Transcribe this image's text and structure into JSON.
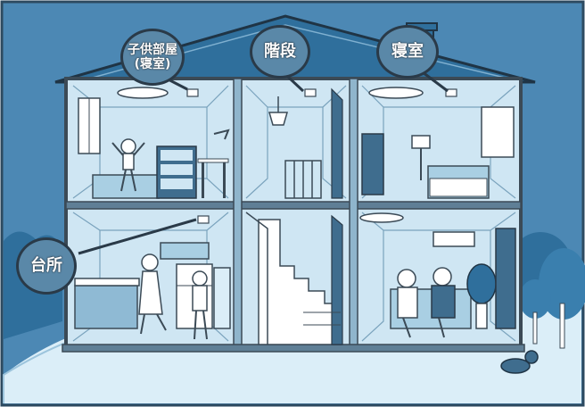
{
  "labels": {
    "kids_room_line1": "子供部屋",
    "kids_room_line2": "(寝室)",
    "stairs": "階段",
    "bedroom": "寝室",
    "kitchen": "台所"
  },
  "colors": {
    "sky": "#4c88b4",
    "house_wall": "#cfe6f3",
    "frame": "#3b4a56",
    "roof": "#2f6f9c",
    "lawn": "#dbeef8",
    "bubble": "#5a88a8"
  }
}
